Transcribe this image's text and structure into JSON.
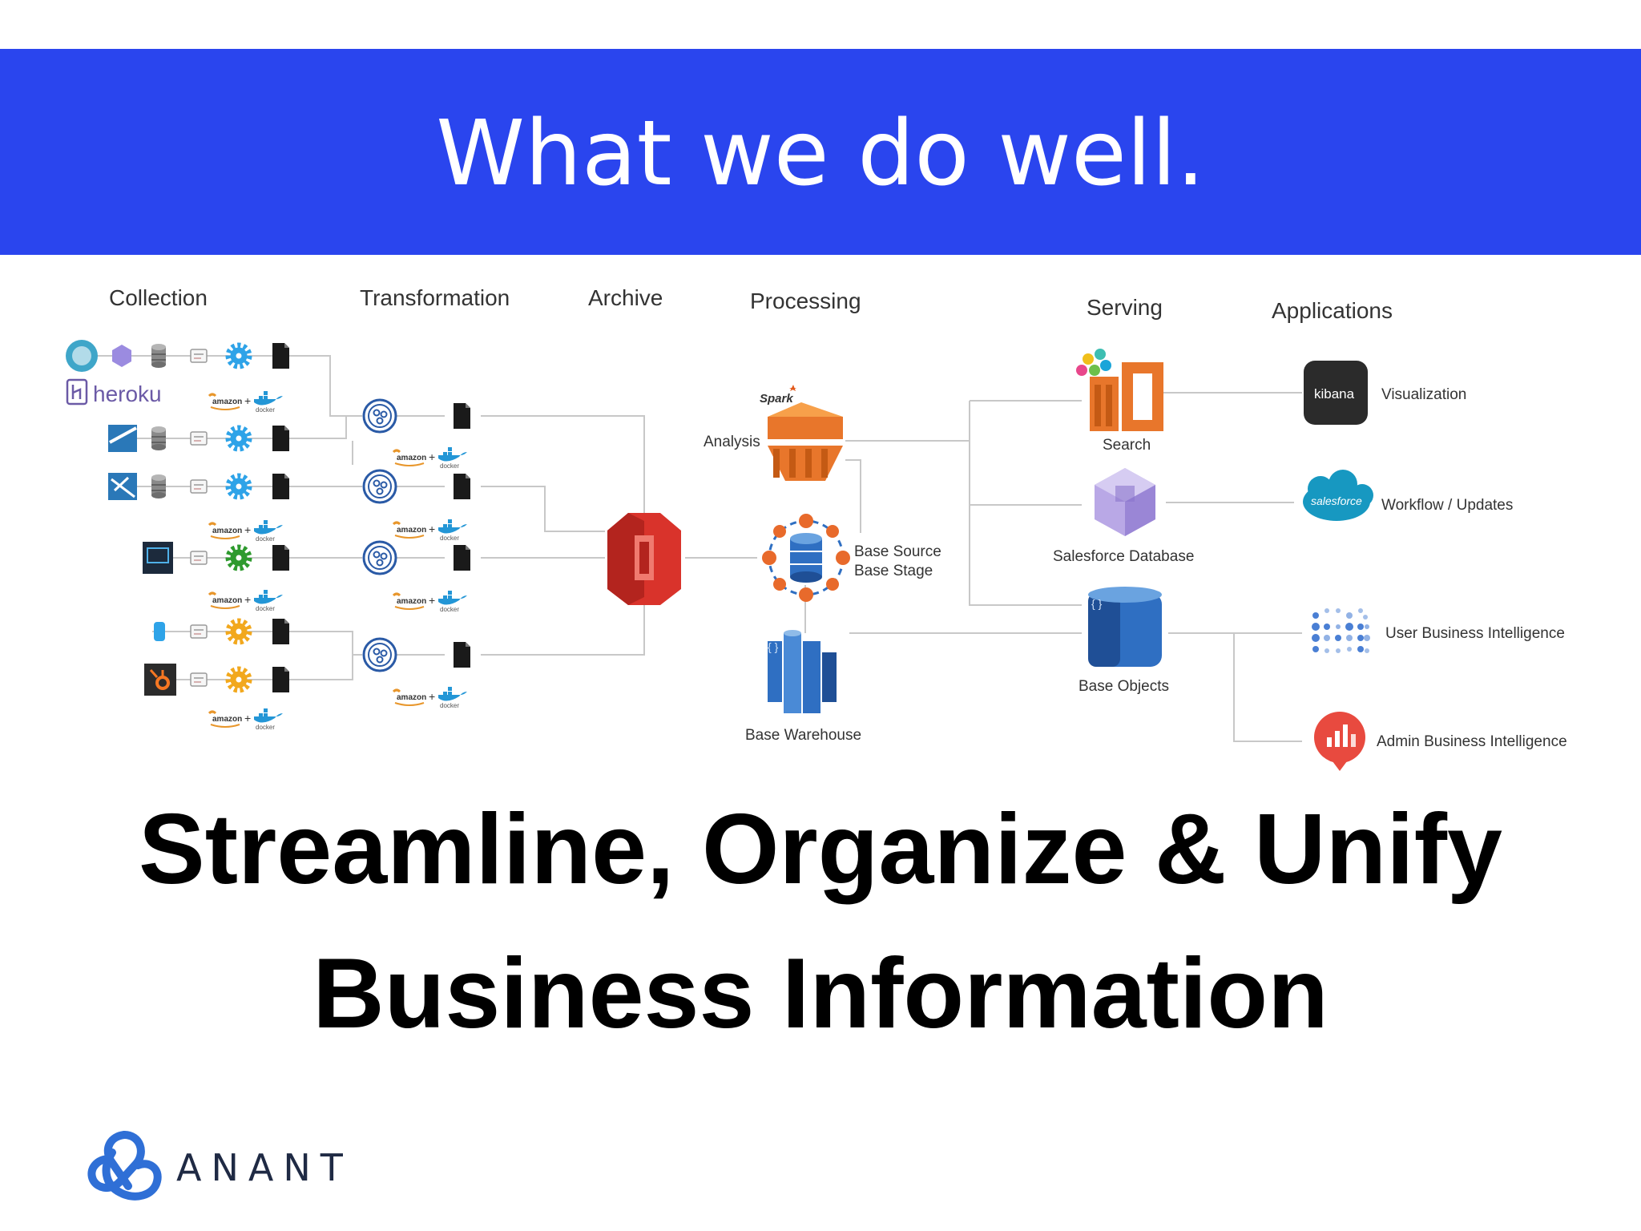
{
  "header": {
    "title": "What we do well."
  },
  "diagram": {
    "stages": [
      "Collection",
      "Transformation",
      "Archive",
      "Processing",
      "Serving",
      "Applications"
    ],
    "source_labels": {
      "heroku": "heroku"
    },
    "processing": {
      "spark": "Spark",
      "analysis": "Analysis",
      "base_source": "Base Source",
      "base_stage": "Base Stage",
      "base_warehouse": "Base Warehouse"
    },
    "serving": {
      "search": "Search",
      "salesforce_db": "Salesforce Database",
      "base_objects": "Base Objects"
    },
    "applications": {
      "visualization": "Visualization",
      "workflow": "Workflow / Updates",
      "user_bi": "User Business Intelligence",
      "admin_bi": "Admin Business Intelligence",
      "kibana": "kibana",
      "salesforce": "salesforce"
    },
    "colors": {
      "banner": "#2a45ee",
      "aws_orange": "#e8762b",
      "s3_red": "#d9332b",
      "db_blue": "#2f6fc2",
      "gear_blue": "#2ea3e8"
    }
  },
  "tagline": {
    "line1": "Streamline, Organize & Unify",
    "line2": "Business Information"
  },
  "footer": {
    "brand": "ANANT"
  }
}
